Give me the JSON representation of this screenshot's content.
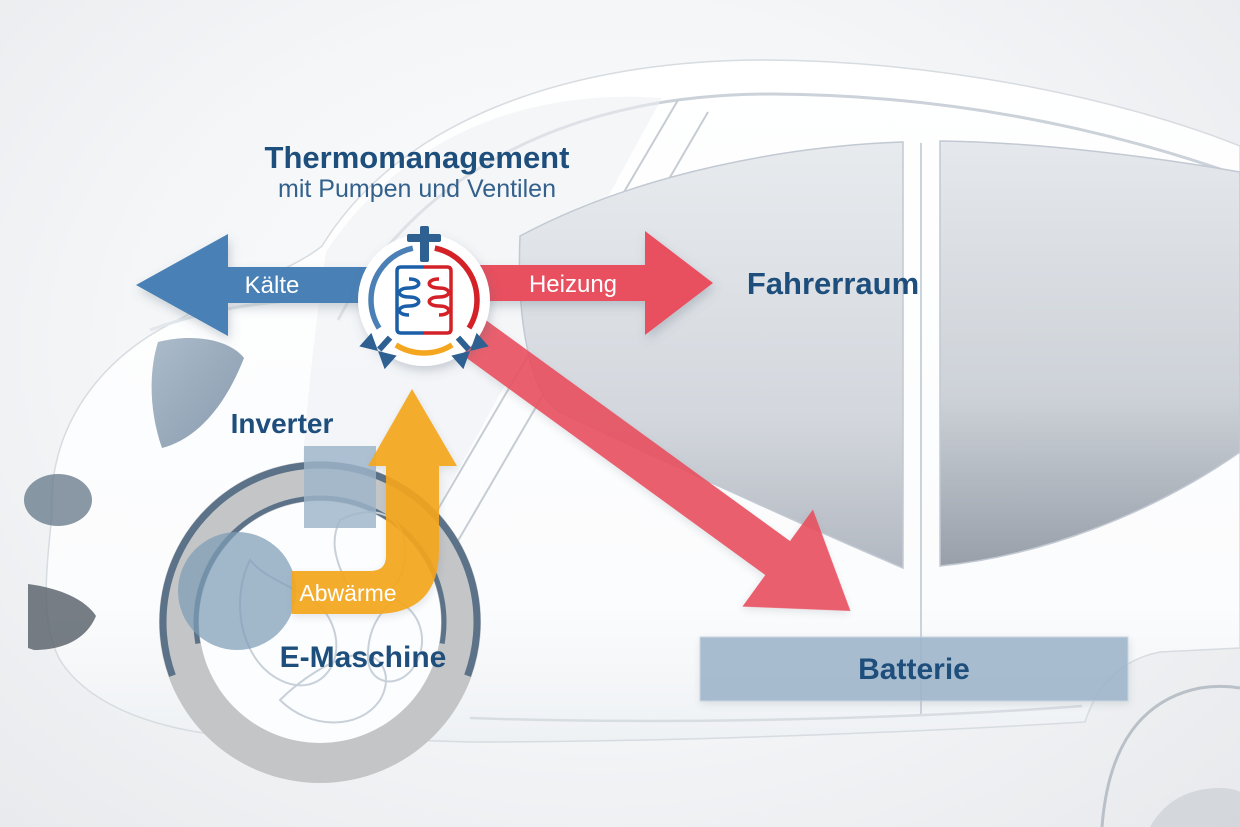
{
  "labels": {
    "title": "Thermomanagement",
    "subtitle": "mit Pumpen und Ventilen",
    "cold": "Kälte",
    "heating": "Heizung",
    "cabin": "Fahrerraum",
    "inverter": "Inverter",
    "waste_heat": "Abwärme",
    "e_machine": "E-Maschine",
    "battery": "Batterie"
  },
  "icon": {
    "hub": "heat-pump-valve-icon"
  },
  "colors": {
    "cold_blue": "#4a80b5",
    "heat_red": "#e84f5e",
    "waste_heat_yellow": "#f4a61e",
    "label_blue": "#1d4e7c",
    "subtitle_blue": "#33618c",
    "component_fill": "#9db4c9",
    "valve_blue": "#2e6191",
    "coil_blue": "#1b5fa8",
    "coil_red": "#d42027"
  }
}
